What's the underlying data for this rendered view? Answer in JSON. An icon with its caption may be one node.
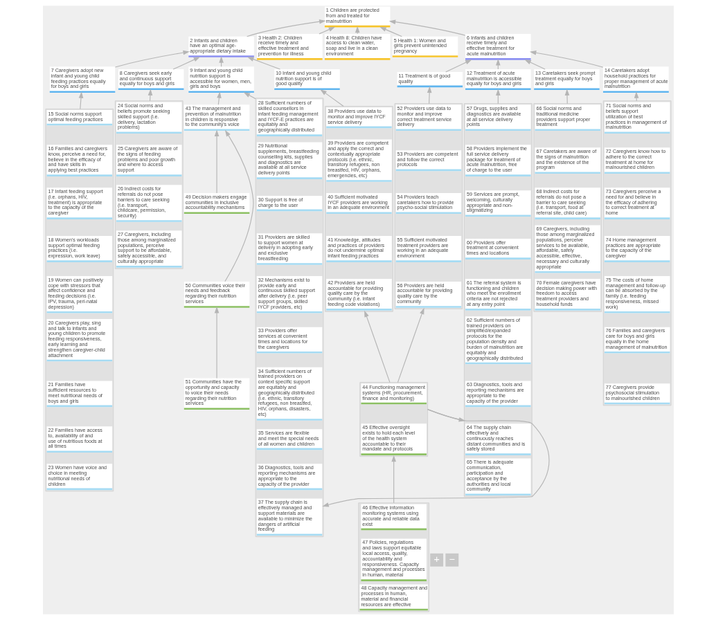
{
  "diagram": {
    "nodes": [
      {
        "text": [
          "1 Children are protected from and treated for malnutrition"
        ]
      },
      {
        "text": [
          "2 Infants and children have an optimal age-appropriate dietary intake"
        ]
      },
      {
        "text": [
          "3 Health 2: Children receive timely and effective treatment and prevention for illness"
        ]
      },
      {
        "text": [
          "4 Health 8: Children have access to clean water, soap and live in a clean environment"
        ]
      },
      {
        "text": [
          "5 Health 1: Women and girls prevent unintended pregnancy"
        ]
      },
      {
        "text": [
          "6 Infants and children receive timely and effective treatment for acute malnutrition"
        ]
      },
      {
        "text": [
          "7 Caregivers adopt new infant and young child feeding practices equally for boys and girls"
        ]
      },
      {
        "text": [
          "8 Caregivers seek early and continuous support equally for boys and girls"
        ]
      },
      {
        "text": [
          "9 Infant and young child nutrition support is accessible for women, men, girls and boys"
        ]
      },
      {
        "text": [
          "10 Infant and young child nutrition support is of good quality"
        ]
      },
      {
        "text": [
          "11 Treatment is of good quality"
        ]
      },
      {
        "text": [
          "12 Treatment of acute malnutrition is accessible equally for boys and girls"
        ]
      },
      {
        "text": [
          "13 Caretakers seek prompt treatment equally for boys and girls"
        ]
      },
      {
        "text": [
          "14 Caretakers adopt household practices for proper management of acute malnutrition"
        ]
      },
      {
        "text": [],
        "shape": "box"
      },
      {
        "text": [
          "15 Social norms support optimal feeding practices"
        ],
        "in": 14
      },
      {
        "text": [
          "16 Families and caregivers know, perceive a need for, believe in the efficacy of and have skills in applying best practices"
        ],
        "in": 14
      },
      {
        "text": [
          "17 Infant feeding support (i.e. orphans, HIV, treatment) is appropriate to the capacity of the caregiver"
        ],
        "in": 14
      },
      {
        "text": [
          "18 Women's workloads support optimal feeding practices (i.e. expression, work leave)"
        ],
        "in": 14
      },
      {
        "text": [
          "19 Women can positively cope with stressors that affect confidence and feeding decisions (i.e. IPV, trauma, peri-natal depression)"
        ],
        "in": 14
      },
      {
        "text": [
          "20 Caregivers play, sing and talk to infants and young children to promote feeding responsiveness, early learning and strengthen caregiver-child attachment"
        ],
        "in": 14
      },
      {
        "text": [
          "21 Families have sufficient resources to meet nutritional needs of boys and girls"
        ],
        "in": 14
      },
      {
        "text": [
          "22 Families have access to, availability of and use of nutritious foods at all times"
        ],
        "in": 14
      },
      {
        "text": [
          "23 Women have voice and choice in meeting nutritional needs of children"
        ],
        "in": 14
      },
      {
        "text": [],
        "shape": "box"
      },
      {
        "text": [
          "24 Social norms and beliefs promote seeking skilled support (i.e. delivery, lactation problems)"
        ],
        "in": 24
      },
      {
        "text": [
          "25 Caregivers are aware of the signs of feeding problems and poor growth and where to access support"
        ],
        "in": 24
      },
      {
        "text": [
          "26 Indirect costs for referrals do not pose barriers to care seeking (i.e. transport, childcare, permission, security)"
        ],
        "in": 24
      },
      {
        "text": [
          "27 Caregivers, including those among marginalized populations, perceive support to be affordable, safely accessible, and culturally appropriate"
        ],
        "in": 24
      },
      {
        "text": [
          "43 The management and prevention of malnutrition in children is responsive to the community's voice"
        ]
      },
      {
        "text": [],
        "shape": "box"
      },
      {
        "text": [
          "28 Sufficient numbers of skilled counsellors in infant feeding management and IYCF-E practices are equitably and geographically distributed"
        ],
        "in": 30
      },
      {
        "text": [
          "29 Nutritional supplements, breastfeeding counselling kits, supplies and diagnostics are available at all service delivery points"
        ],
        "in": 30
      },
      {
        "text": [
          "30 Support is free of charge to the user"
        ],
        "in": 30
      },
      {
        "text": [
          "31 Providers are skilled to support women at delivery in adopting early and exclusive breastfeeding"
        ],
        "in": 30
      },
      {
        "text": [
          "32 Mechanisms exist to provide early and continuous skilled support after delivery (i.e. peer support groups, skilled IYCF providers, etc)"
        ],
        "in": 30
      },
      {
        "text": [
          "33 Providers offer services at convenient times and locations for the caregivers"
        ],
        "in": 30
      },
      {
        "text": [
          "34 Sufficient numbers of trained providers on context specific support are equitably and geographically distributed (i.e. ethnic, transitory refugees, non breastfed, HIV, orphans, disasters, etc)"
        ],
        "in": 30
      },
      {
        "text": [
          "35 Services are flexible and meet the special needs of all women and children"
        ],
        "in": 30
      },
      {
        "text": [
          "36 Diagnostics, tools and reporting mechanisms are appropriate to the capacity of the provider"
        ],
        "in": 30
      },
      {
        "text": [
          "37 The supply chain is effectively managed and support materials are available to minimize the dangers of artificial feeding"
        ],
        "in": 30
      },
      {
        "text": [],
        "shape": "box"
      },
      {
        "text": [
          "38 Providers use data to monitor and improve IYCF service delivery"
        ],
        "in": 41
      },
      {
        "text": [
          "39 Providers are competent and apply the correct and contextually appropriate protocols (i.e. ethnic, transitory refugees, non breastfed, HIV, orphans, emergencies, etc)"
        ],
        "in": 41
      },
      {
        "text": [
          "40 Sufficient motivated IYCF providers are working in an adequate environment"
        ],
        "in": 41
      },
      {
        "text": [
          "41 Knowledge, attitudes and practices of providers do not undermine optimal infant feeding practices"
        ],
        "in": 41
      },
      {
        "text": [
          "42 Providers are held accountable for providing quality care by the community (i.e. infant feeding code violations)"
        ],
        "in": 41
      },
      {
        "text": [],
        "shape": "box"
      },
      {
        "text": [
          "52 Providers use data to monitor and improve correct treatment service delivery"
        ],
        "in": 47
      },
      {
        "text": [
          "53 Providers are competent and follow the correct protocols"
        ],
        "in": 47
      },
      {
        "text": [
          "54 Providers teach caretakers how to provide psycho-social stimulation"
        ],
        "in": 47
      },
      {
        "text": [
          "55 Sufficient motivated treatment providers are working in an adequate environment"
        ],
        "in": 47
      },
      {
        "text": [
          "56 Providers are held accountable for providing quality care by the community"
        ],
        "in": 47
      },
      {
        "text": [],
        "shape": "box"
      },
      {
        "text": [
          "57 Drugs, supplies and diagnostics are available at all service delivery points"
        ],
        "in": 53
      },
      {
        "text": [
          "58 Providers implement the full service delivery package for treatment of acute malnutrition, free of charge to the user"
        ],
        "in": 53
      },
      {
        "text": [
          "59 Services are prompt, welcoming, culturally appropriate and non-stigmatizing"
        ],
        "in": 53
      },
      {
        "text": [
          "60 Providers offer treatment at convenient times and locations"
        ],
        "in": 53
      },
      {
        "text": [
          "61 The referral system is functioning and children who meet the enrollment criteria are not rejected at any entry point"
        ],
        "in": 53
      },
      {
        "text": [
          "62 Sufficient numbers of trained providers on simplified/expanded protocols for the population density and burden of malnutrition are equitably and geographically distributed"
        ],
        "in": 53
      },
      {
        "text": [
          "63 Diagnostics, tools and reporting mechanisms are appropriate to the capacity of the provider"
        ],
        "in": 53
      },
      {
        "text": [
          "64 The supply chain effectively and continuously reaches distant communities and is safely stored"
        ],
        "in": 53
      },
      {
        "text": [
          "65 There is adequate communication, participation and acceptance by the authorities and local community"
        ],
        "in": 53
      },
      {
        "text": [],
        "shape": "box"
      },
      {
        "text": [
          "66 Social norms and traditional medicine providers support proper treatment"
        ],
        "in": 63
      },
      {
        "text": [
          "67 Caretakers are aware of the signs of malnutrition and the existence of the program"
        ],
        "in": 63
      },
      {
        "text": [
          "68 Indirect costs for referrals do not pose a barrier to care seeking (i.e. transport, food at referral site, child care)"
        ],
        "in": 63
      },
      {
        "text": [
          "69 Caregivers, including those among marginalized populations, perceive services to be available, affordable, safely accessible, effective, necessary and culturally appropriate"
        ],
        "in": 63
      },
      {
        "text": [
          "70 Female caregivers have decision making power with freedom to access treatment providers and household funds"
        ],
        "in": 63
      },
      {
        "text": [],
        "shape": "box"
      },
      {
        "text": [
          "71 Social norms and beliefs support utilization of best practices in management of malnutrition"
        ],
        "in": 69
      },
      {
        "text": [
          "72 Caregivers know how to adhere to the correct treatment at home for malnourished children"
        ],
        "in": 69
      },
      {
        "text": [
          "73 Caregivers perceive a need for and believe in the efficacy of adhering to correct treatment at home"
        ],
        "in": 69
      },
      {
        "text": [
          "74 Home management practices are appropriate to the capacity of the caregiver"
        ],
        "in": 69
      },
      {
        "text": [
          "75 The costs of home management and follow-up can be absorbed by the family (i.e. feeding responsiveness, missed work)"
        ],
        "in": 69
      },
      {
        "text": [
          "76 Families and caregivers care for boys and girls equally in the home management of malnutrition"
        ],
        "in": 69
      },
      {
        "text": [
          "77 Caregivers provide psychosocial stimulation to malnourished children"
        ],
        "in": 69
      },
      {
        "text": [
          "49 Decision makers engage communities in inclusive accountability mechanisms"
        ]
      },
      {
        "text": [
          "50 Communities voice their needs and feedback regarding their nutrition services"
        ]
      },
      {
        "text": [
          "51 Communities have the opportunity and capacity to voice their needs regarding their nutrition services"
        ]
      },
      {
        "text": [],
        "shape": "box"
      },
      {
        "text": [
          "44 Functioning management systems (HR, procurement, finance and monitoring)"
        ],
        "in": 80
      },
      {
        "text": [
          "45 Effective oversight exists to hold each level of the health system accountable to their mandate and protocols"
        ],
        "in": 80
      },
      {
        "text": [],
        "shape": "box"
      },
      {
        "text": [
          "46 Effective information monitoring systems using accurate and reliable data exist"
        ],
        "in": 83
      },
      {
        "text": [
          "47 Policies, regulations and laws support equitable local access, quality, accountability and responsiveness. Capacity management and processes in human, material"
        ],
        "in": 83
      },
      {
        "text": [
          "48 Capacity management and processes in human, material and financial resources are effective"
        ],
        "in": 83
      }
    ],
    "edges": [
      {
        "from": 1,
        "to": 0,
        "arrow": "to"
      },
      {
        "from": 2,
        "to": 0,
        "arrow": "to"
      },
      {
        "from": 3,
        "to": 0,
        "arrow": "to"
      },
      {
        "from": 4,
        "to": 0,
        "arrow": "to"
      },
      {
        "from": 5,
        "to": 0,
        "arrow": "to"
      },
      {
        "from": 6,
        "to": 1,
        "arrow": "to"
      },
      {
        "from": 7,
        "to": 1,
        "arrow": "to"
      },
      {
        "from": 8,
        "to": 1,
        "arrow": "to"
      },
      {
        "from": 9,
        "to": 1,
        "arrow": "to"
      },
      {
        "from": 10,
        "to": 5,
        "arrow": "to"
      },
      {
        "from": 11,
        "to": 5,
        "arrow": "to"
      },
      {
        "from": 12,
        "to": 5,
        "arrow": "to"
      },
      {
        "from": 13,
        "to": 5,
        "arrow": "to"
      },
      {
        "from": 14,
        "to": 6,
        "arrow": "to"
      },
      {
        "from": 24,
        "to": 7,
        "arrow": "to"
      },
      {
        "from": 29,
        "to": 8,
        "arrow": "to"
      },
      {
        "from": 30,
        "to": 8,
        "arrow": "to"
      },
      {
        "from": 41,
        "to": 9,
        "arrow": "to"
      },
      {
        "from": 47,
        "to": 10,
        "arrow": "to"
      },
      {
        "from": 53,
        "to": 11,
        "arrow": "to"
      },
      {
        "from": 63,
        "to": 12,
        "arrow": "to"
      },
      {
        "from": 69,
        "to": 13,
        "arrow": "to"
      },
      {
        "from": 77,
        "to": 29,
        "arrow": "to"
      },
      {
        "from": 78,
        "to": 29,
        "arrow": "to"
      },
      {
        "from": 79,
        "to": 78,
        "arrow": "to"
      },
      {
        "from": 80,
        "to": 30,
        "arrow": "to"
      },
      {
        "from": 80,
        "to": 41,
        "arrow": "to"
      },
      {
        "from": 80,
        "to": 47,
        "arrow": "to"
      },
      {
        "from": 80,
        "to": 53,
        "arrow": "to"
      },
      {
        "from": 83,
        "to": 80,
        "arrow": "to"
      }
    ],
    "labels": [
      "+",
      "−"
    ]
  }
}
